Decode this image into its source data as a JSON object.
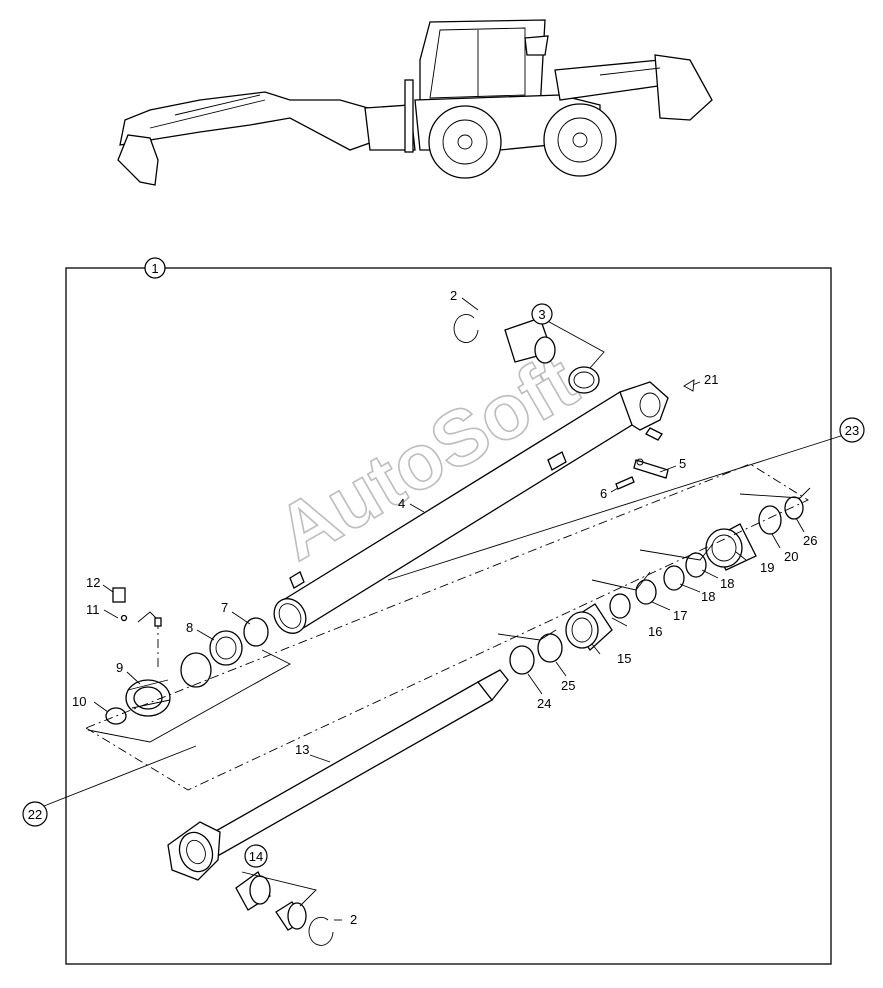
{
  "watermark": "AutoSoft",
  "assembly_callout": "1",
  "callouts": {
    "c2a": "2",
    "c3": "3",
    "c4": "4",
    "c5": "5",
    "c6": "6",
    "c7": "7",
    "c8": "8",
    "c9": "9",
    "c10": "10",
    "c11": "11",
    "c12": "12",
    "c13": "13",
    "c14": "14",
    "c15": "15",
    "c16": "16",
    "c17": "17",
    "c18a": "18",
    "c18b": "18",
    "c19": "19",
    "c20": "20",
    "c21": "21",
    "c2b": "2",
    "c22": "22",
    "c23": "23",
    "c24": "24",
    "c25": "25",
    "c26": "26"
  },
  "icons": {
    "machine": "backhoe-loader-illustration",
    "cylinder": "hydraulic-cylinder-exploded-view"
  }
}
